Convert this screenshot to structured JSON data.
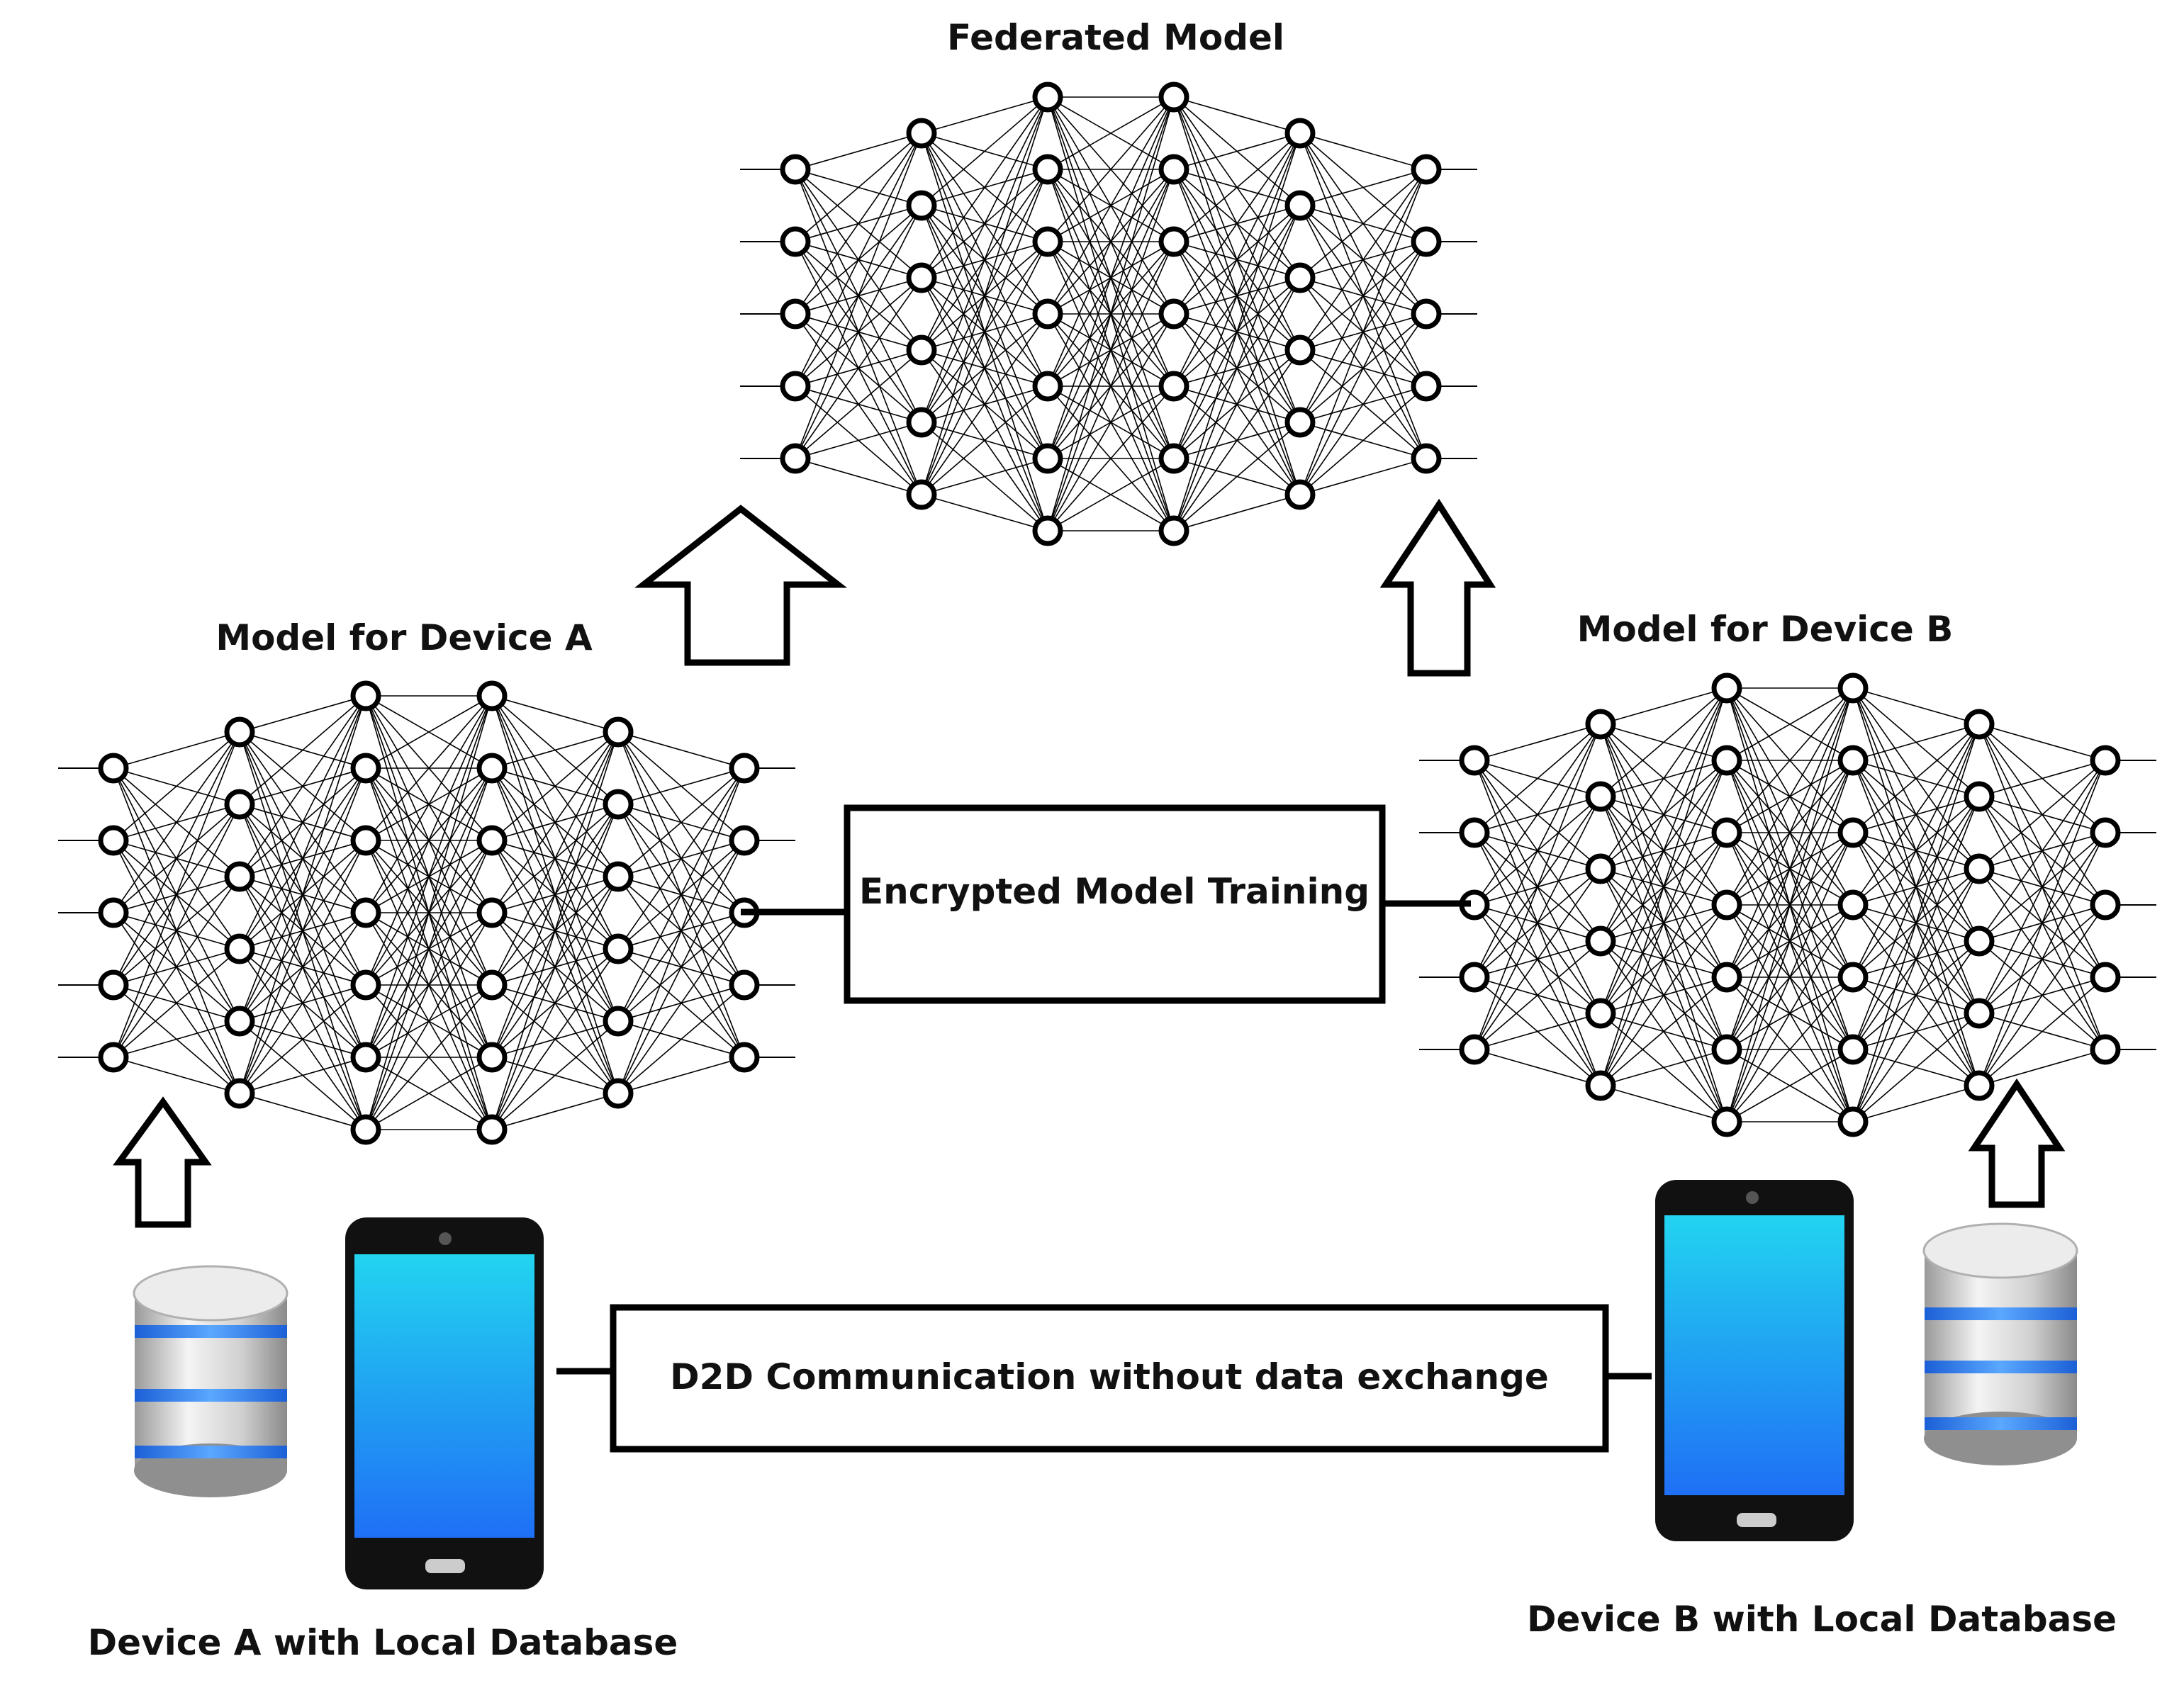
{
  "federated": {
    "title": "Federated Model"
  },
  "device_a_model": {
    "title": "Model for Device A"
  },
  "device_b_model": {
    "title": "Model for Device B"
  },
  "encrypted_box": {
    "label": "Encrypted Model Training"
  },
  "d2d_box": {
    "label": "D2D Communication without data exchange"
  },
  "device_a": {
    "caption": "Device A with Local Database"
  },
  "device_b": {
    "caption": "Device B with Local Database"
  },
  "network": {
    "layer_node_counts": [
      5,
      6,
      7,
      7,
      6,
      5
    ]
  },
  "colors": {
    "screen_top": "#22d4f0",
    "screen_bottom": "#1f6ff5",
    "phone_body": "#111111",
    "db_band": "#3a86ff",
    "db_silver": "#d9d9d9"
  }
}
